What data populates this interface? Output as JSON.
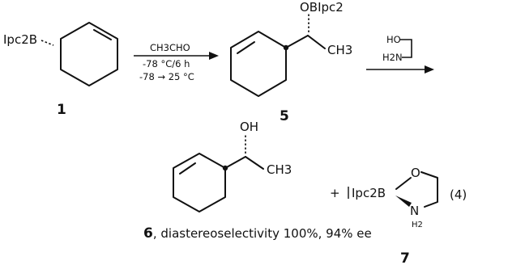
{
  "compound_1": {
    "substituent": "Ipc2B",
    "number": "1"
  },
  "step_1": {
    "reagent": "CH3CHO",
    "condition_1": "-78 °C/6 h",
    "condition_2": "-78 → 25 °C"
  },
  "compound_5": {
    "substituent_top": "OBIpc2",
    "substituent_right": "CH3",
    "number": "5"
  },
  "step_2": {
    "reagent_top": "HO",
    "reagent_bottom": "H2N"
  },
  "compound_6": {
    "substituent_top": "OH",
    "substituent_right": "CH3",
    "number": "6",
    "caption": ", diastereoselectivity 100%, 94% ee"
  },
  "byproduct_7": {
    "prefix": "+",
    "boron_group": "Ipc2B",
    "ring_o": "O",
    "ring_n": "N",
    "ring_h": "H2",
    "number": "7"
  },
  "equation_number": "(4)"
}
